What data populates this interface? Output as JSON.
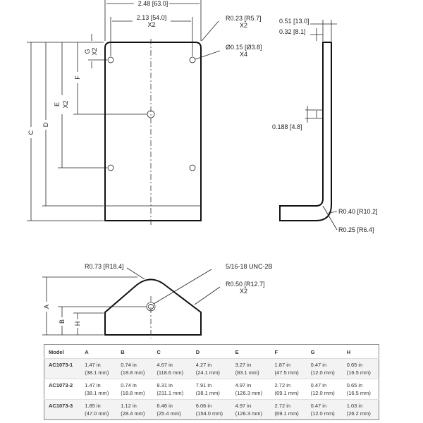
{
  "front": {
    "width_overall": "2.48 [63.0]",
    "width_holes": "2.13 [54.0]",
    "width_holes_qty": "X2",
    "corner_radius": "R0.23 [R5.7]",
    "corner_qty": "X2",
    "hole_dia": "Ø0.15 [Ø3.8]",
    "hole_qty": "X4",
    "dim_c": "C",
    "dim_d": "D",
    "dim_e": "E",
    "dim_e_qty": "X2",
    "dim_f": "F",
    "dim_g": "G",
    "dim_g_qty": "X2"
  },
  "side": {
    "thickness_overall": "0.51 [13.0]",
    "thickness": "0.32 [8.1]",
    "tab": "0.188 [4.8]",
    "outer_radius": "R0.40 [R10.2]",
    "inner_radius": "R0.25 [R6.4]"
  },
  "bottom": {
    "top_radius": "R0.73 [R18.4]",
    "thread": "5/16-18 UNC-2B",
    "side_radius": "R0.50 [R12.7]",
    "side_radius_qty": "X2",
    "dim_a": "A",
    "dim_b": "B",
    "dim_h": "H"
  },
  "table": {
    "headers": [
      "Model",
      "A",
      "B",
      "C",
      "D",
      "E",
      "F",
      "G",
      "H"
    ],
    "rows": [
      {
        "model": "AC1073-1",
        "cells": [
          [
            "1.47 in",
            "(38.1 mm)"
          ],
          [
            "0.74 in",
            "(18.8 mm)"
          ],
          [
            "4.67 in",
            "(118.6 mm)"
          ],
          [
            "4.27 in",
            "(24.1 mm)"
          ],
          [
            "3.27 in",
            "(83.1 mm)"
          ],
          [
            "1.87 in",
            "(47.5 mm)"
          ],
          [
            "0.47 in",
            "(12.0 mm)"
          ],
          [
            "0.65 in",
            "(16.5 mm)"
          ]
        ]
      },
      {
        "model": "AC1073-2",
        "cells": [
          [
            "1.47 in",
            "(38.1 mm)"
          ],
          [
            "0.74 in",
            "(18.8 mm)"
          ],
          [
            "8.31 in",
            "(211.1 mm)"
          ],
          [
            "7.91 in",
            "(38.1 mm)"
          ],
          [
            "4.97 in",
            "(126.3 mm)"
          ],
          [
            "2.72 in",
            "(69.1 mm)"
          ],
          [
            "0.47 in",
            "(12.0 mm)"
          ],
          [
            "0.65 in",
            "(16.5 mm)"
          ]
        ]
      },
      {
        "model": "AC1073-3",
        "cells": [
          [
            "1.85 in",
            "(47.0 mm)"
          ],
          [
            "1.12 in",
            "(28.4 mm)"
          ],
          [
            "6.46 in",
            "(25.4 mm)"
          ],
          [
            "6.06 in",
            "(154.0 mm)"
          ],
          [
            "4.97 in",
            "(126.3 mm)"
          ],
          [
            "2.72 in",
            "(69.1 mm)"
          ],
          [
            "0.47 in",
            "(12.0 mm)"
          ],
          [
            "1.03 in",
            "(26.2 mm)"
          ]
        ]
      }
    ]
  }
}
